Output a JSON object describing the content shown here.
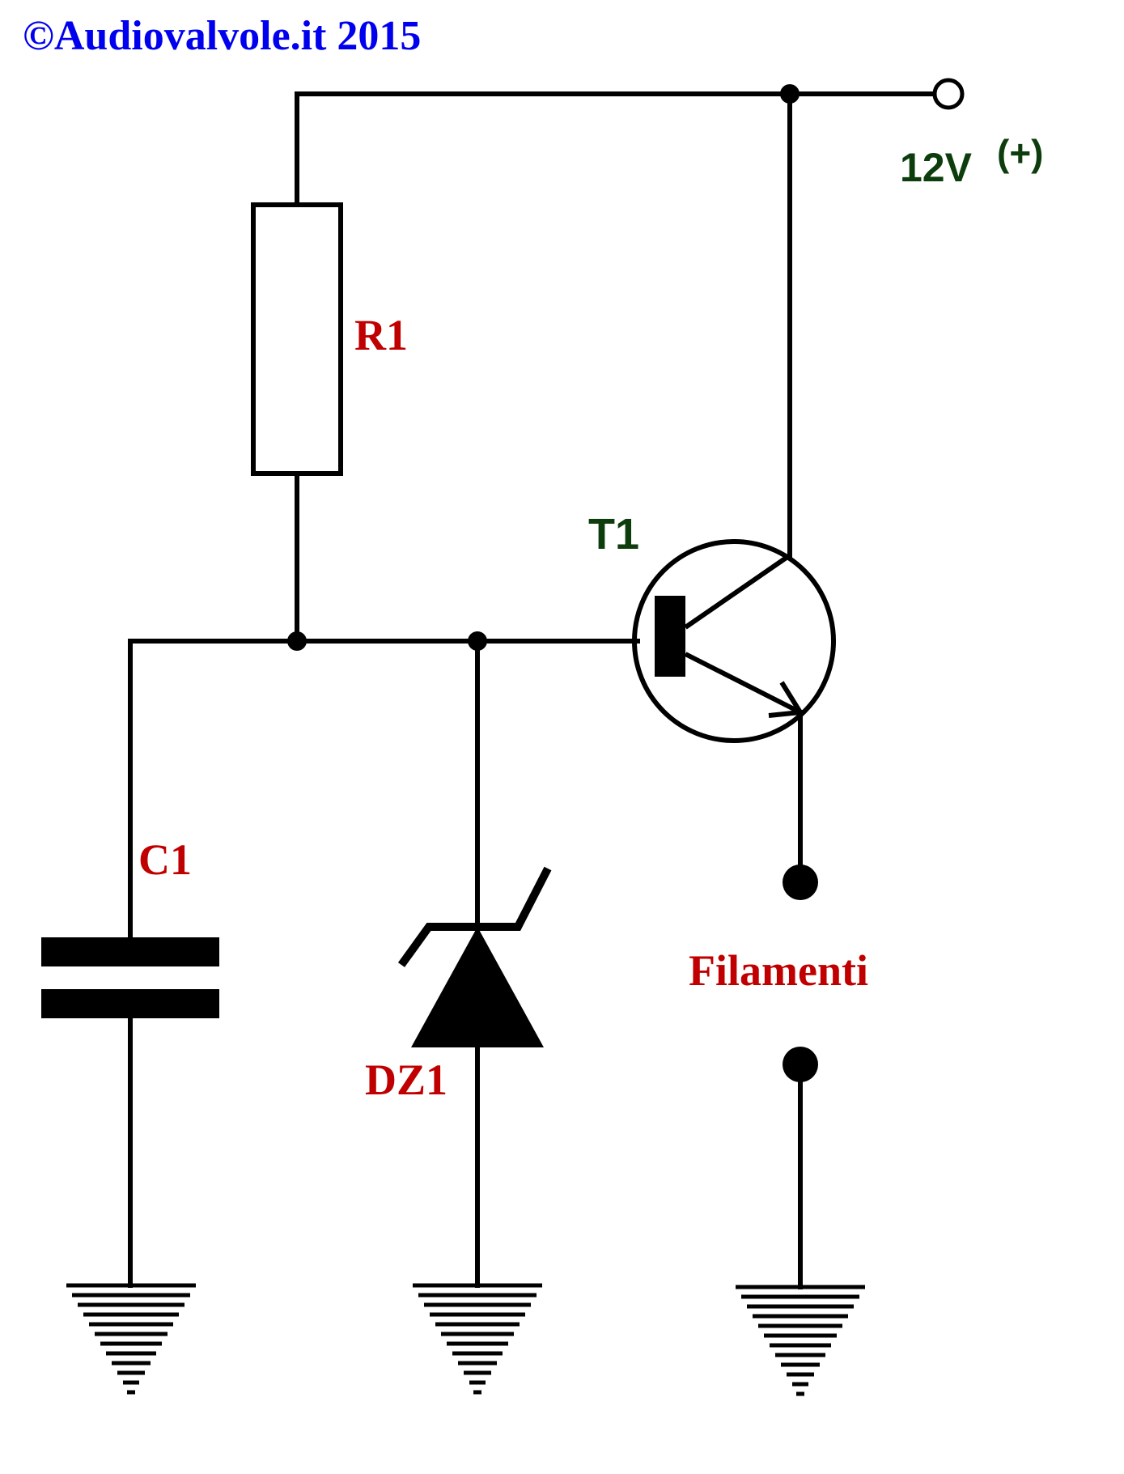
{
  "copyright": "©Audiovalvole.it 2015",
  "labels": {
    "supply_voltage": "12V",
    "supply_polarity": "(+)",
    "resistor": "R1",
    "transistor": "T1",
    "capacitor": "C1",
    "zener": "DZ1",
    "load": "Filamenti"
  },
  "colors": {
    "copyright": "#0000ee",
    "component_label": "#c00000",
    "supply_and_transistor_label": "#0d3d0d",
    "wire": "#000000",
    "background": "#ffffff"
  }
}
